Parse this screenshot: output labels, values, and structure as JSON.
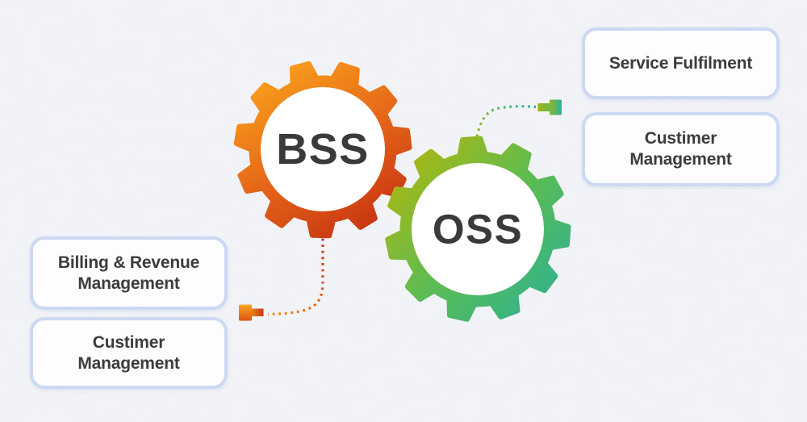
{
  "diagram": {
    "gears": {
      "bss": {
        "label": "BSS",
        "gradient": [
          "#F9A01B",
          "#E56619",
          "#C52F11"
        ]
      },
      "oss": {
        "label": "OSS",
        "gradient": [
          "#B2B70C",
          "#5CBC52",
          "#2BB195"
        ]
      }
    },
    "oss_boxes": [
      {
        "label": "Service Fulfilment"
      },
      {
        "label": "Custimer Management"
      }
    ],
    "bss_boxes": [
      {
        "label": "Billing & Revenue Management"
      },
      {
        "label": "Custimer Management"
      }
    ],
    "connectors": {
      "orange_line": {
        "colors": [
          "#C8290E",
          "#F28A15"
        ]
      },
      "green_line": {
        "colors": [
          "#A9B40E",
          "#2BB49E"
        ]
      }
    },
    "markers": {
      "orange": {
        "square": [
          "#F9A51F",
          "#DE5410"
        ],
        "bar": [
          "#EF8014",
          "#C23A16"
        ]
      },
      "green": {
        "bar": [
          "#A6B30F",
          "#63BC4B"
        ],
        "square": [
          "#8FB626",
          "#28B39C"
        ]
      }
    },
    "style": {
      "background": "#F2F3F7",
      "box_border": "#CCD9F2",
      "box_fill": "#FDFDFF",
      "text_color": "#3C3C3E"
    }
  }
}
